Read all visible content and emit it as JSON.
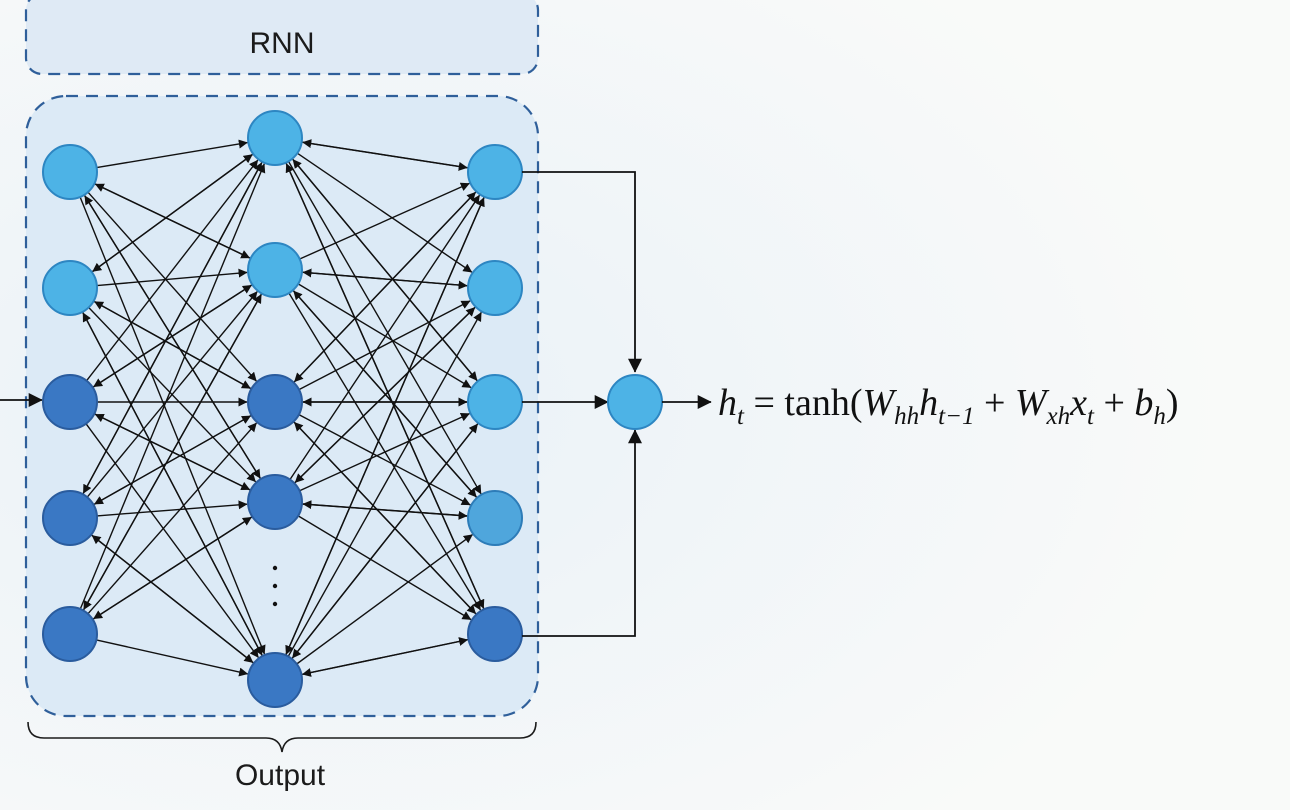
{
  "diagram": {
    "header_label": "RNN",
    "footer_label": "Output",
    "formula": {
      "lhs": "h",
      "lhs_sub": "t",
      "equals": "=",
      "fn": "tanh(",
      "t1": "W",
      "t1_sub": "hh",
      "t2": "h",
      "t2_sub": "t−1",
      "plus1": "+",
      "t3": "W",
      "t3_sub": "xh",
      "t4": "x",
      "t4_sub": "t",
      "plus2": "+",
      "t5": "b",
      "t5_sub": "h",
      "close": ")"
    }
  },
  "colors": {
    "light_node": "#4db3e6",
    "dark_node": "#3a78c4",
    "mid_node": "#4fa6dc",
    "box_fill": "#dceaf6",
    "box_border": "#2f5f9a",
    "edge": "#111111"
  }
}
